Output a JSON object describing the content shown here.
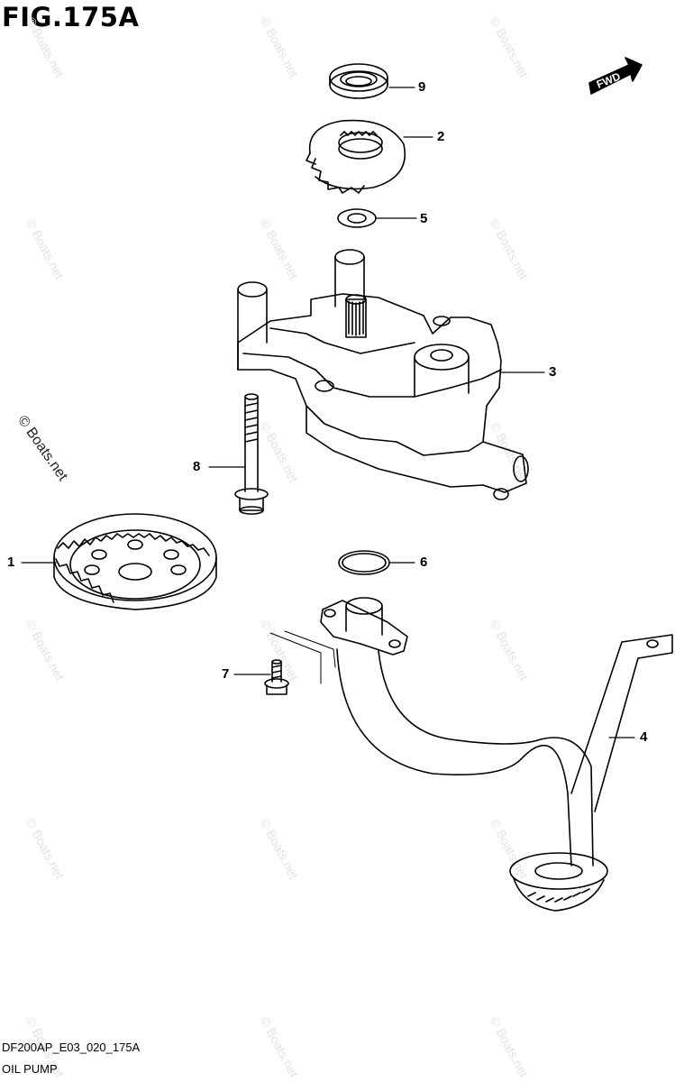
{
  "figure": {
    "title": "FIG.175A",
    "drawing_code": "DF200AP_E03_020_175A",
    "caption": "OIL PUMP",
    "direction_badge": "FWD"
  },
  "watermark": {
    "text": "© Boats.net"
  },
  "callouts": [
    {
      "id": "9",
      "part": "oil-seal"
    },
    {
      "id": "2",
      "part": "drive-gear"
    },
    {
      "id": "5",
      "part": "washer"
    },
    {
      "id": "3",
      "part": "oil-pump-assembly"
    },
    {
      "id": "8",
      "part": "pump-bolt"
    },
    {
      "id": "1",
      "part": "driven-gear"
    },
    {
      "id": "6",
      "part": "o-ring"
    },
    {
      "id": "7",
      "part": "strainer-bolt"
    },
    {
      "id": "4",
      "part": "oil-strainer-pipe"
    }
  ]
}
